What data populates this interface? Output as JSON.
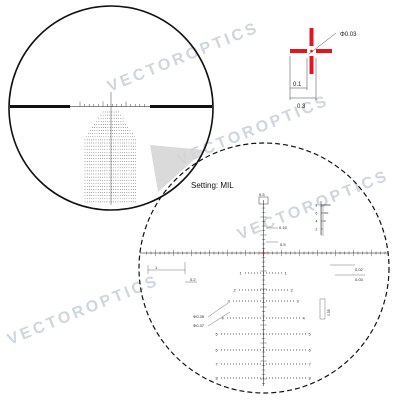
{
  "setting_label": "Setting: MIL",
  "watermark": "VECTOROPTICS",
  "dot_detail": {
    "diameter": "Φ0.03",
    "inner": "0.1",
    "outer": "0.3"
  },
  "reticle": {
    "top_label": "0.5",
    "upper_labels": [
      "0.15",
      "0.5"
    ],
    "right_labels": [
      "0.02",
      "0.03"
    ],
    "left_labels": [
      "1",
      "0.2"
    ],
    "dot_labels": [
      "Φ0.35",
      "Φ0.37"
    ],
    "stadia_value": "0.55",
    "ladder_numbers": [
      "1",
      "2",
      "3",
      "4",
      "5",
      "6",
      "7",
      "8"
    ],
    "corner_scale": [
      "8",
      "6",
      "4",
      "2"
    ]
  },
  "colors": {
    "accent": "#e8141c",
    "ink": "#111111",
    "watermark": "#cfd6dc"
  }
}
